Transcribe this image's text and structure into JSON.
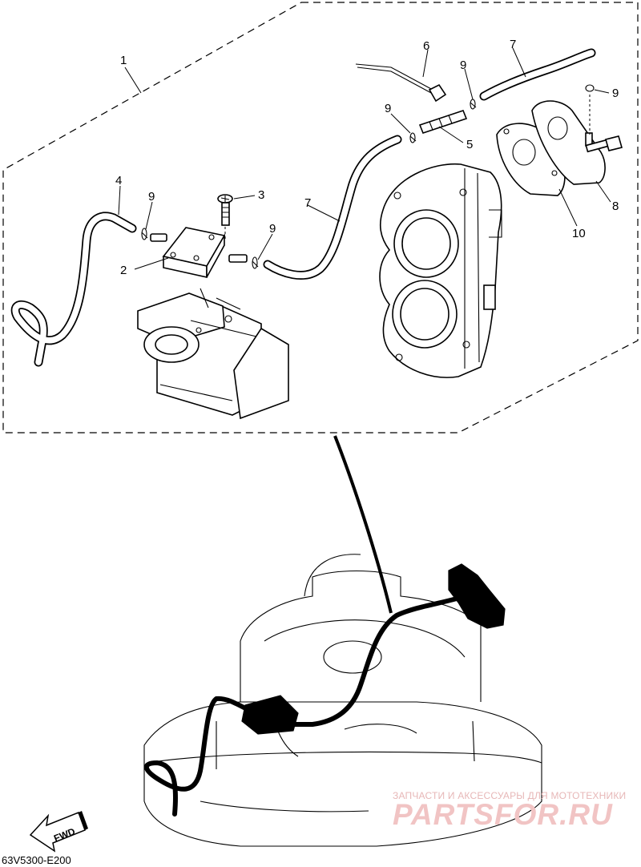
{
  "callouts": {
    "c1": "1",
    "c2": "2",
    "c3": "3",
    "c4": "4",
    "c5": "5",
    "c6": "6",
    "c7a": "7",
    "c7b": "7",
    "c8": "8",
    "c9a": "9",
    "c9b": "9",
    "c9c": "9",
    "c9d": "9",
    "c9e": "9",
    "c10": "10"
  },
  "fwd_label": "FWD",
  "diagram_code": "63V5300-E200",
  "watermark": {
    "subtitle": "ЗАПЧАСТИ И АКСЕССУАРЫ ДЛЯ МОТОТЕХНИКИ",
    "logo_text": "PARTSFOR.RU"
  },
  "colors": {
    "line": "#000000",
    "background": "#ffffff",
    "watermark": "#f1c4c4"
  }
}
